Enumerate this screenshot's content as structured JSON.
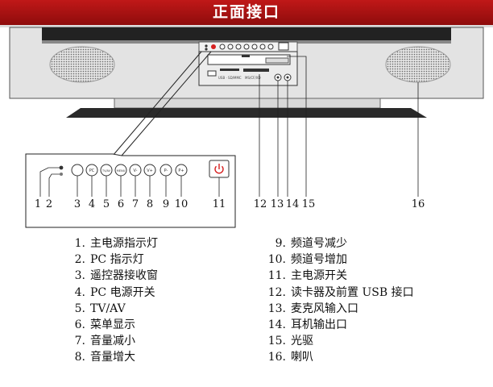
{
  "title": "正面接口",
  "callouts": [
    "1",
    "2",
    "3",
    "4",
    "5",
    "6",
    "7",
    "8",
    "9",
    "10",
    "11",
    "12",
    "13",
    "14",
    "15",
    "16"
  ],
  "button_labels": {
    "pc": "PC",
    "tvav": "TV/AV",
    "menu": "MENU",
    "vol_down": "V-",
    "vol_up": "V+",
    "ch_down": "P-",
    "ch_up": "P+"
  },
  "legend_left": [
    {
      "num": "1.",
      "text": "主电源指示灯"
    },
    {
      "num": "2.",
      "text": "PC 指示灯"
    },
    {
      "num": "3.",
      "text": "遥控器接收窗"
    },
    {
      "num": "4.",
      "text": "PC 电源开关"
    },
    {
      "num": "5.",
      "text": "TV/AV"
    },
    {
      "num": "6.",
      "text": "菜单显示"
    },
    {
      "num": "7.",
      "text": "音量减小"
    },
    {
      "num": "8.",
      "text": "音量增大"
    }
  ],
  "legend_right": [
    {
      "num": "9.",
      "text": "频道号减少"
    },
    {
      "num": "10.",
      "text": "频道号增加"
    },
    {
      "num": "11.",
      "text": "主电源开关"
    },
    {
      "num": "12.",
      "text": "读卡器及前置 USB 接口"
    },
    {
      "num": "13.",
      "text": "麦克风输入口"
    },
    {
      "num": "14.",
      "text": "耳机输出口"
    },
    {
      "num": "15.",
      "text": "光驱"
    },
    {
      "num": "16.",
      "text": "喇叭"
    }
  ],
  "colors": {
    "banner": "#a81212",
    "line": "#222222",
    "power": "#d62020",
    "speaker": "#cfcfcf"
  }
}
